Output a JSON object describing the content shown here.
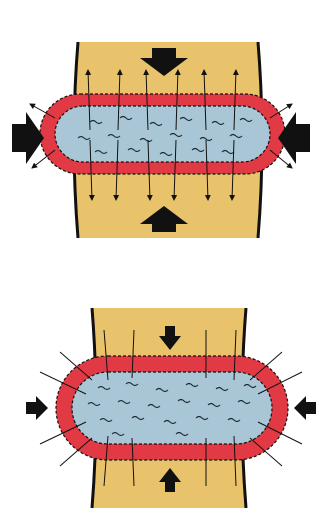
{
  "colors": {
    "background": "#ffffff",
    "tissue": "#e8c36b",
    "membrane": "#e23a45",
    "fluid": "#a9c6d6",
    "arrow": "#111111",
    "outline": "#111111"
  },
  "diagrams": [
    {
      "name": "upper-compression-diagram",
      "description_shape": "capsule in tissue with large external pressure arrows and outward flow arrows"
    },
    {
      "name": "lower-compression-diagram",
      "description_shape": "capsule in tissue with smaller external pressure arrows and inward flow lines"
    }
  ]
}
